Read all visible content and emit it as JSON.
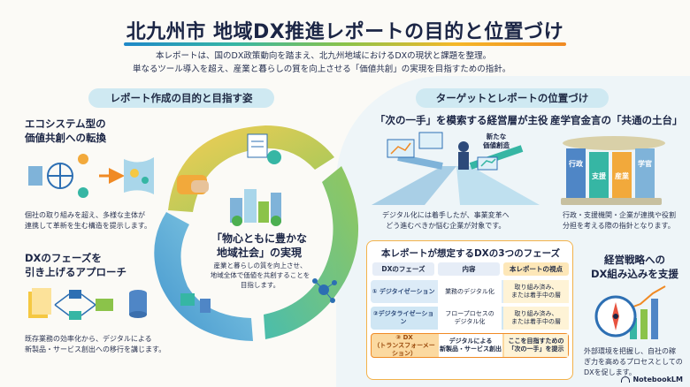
{
  "title": "北九州市 地域DX推進レポートの目的と位置づけ",
  "intro": [
    "本レポートは、国のDX政策動向を踏まえ、北九州地域におけるDXの現状と課題を整理。",
    "単なるツール導入を超え、産業と暮らしの質を向上させる「価値共創」の実現を目指すための指針。"
  ],
  "left_section": {
    "label": "レポート作成の目的と目指す姿",
    "ecosystem": {
      "title": "エコシステム型の\n価値共創への転換",
      "desc": "個社の取り組みを超え、多様な主体が\n連携して革新を生む構造を提示します。"
    },
    "approach": {
      "title": "DXのフェーズを\n引き上げるアプローチ",
      "desc": "既存業務の効率化から、デジタルによる\n新製品・サービス創出への移行を講じます。"
    },
    "center": {
      "title": "「物心ともに豊かな\n地域社会」の実現",
      "desc": "産業と暮らしの質を向上させ、\n地域全体で価値を共創することを\n目指します。"
    }
  },
  "right_section": {
    "label": "ターゲットとレポートの位置づけ",
    "target": {
      "title": "「次の一手」を模索する経営層が主役",
      "bubble": "新たな\n価値創造",
      "desc": "デジタル化には着手したが、事業変革へ\nどう進むべきか悩む企業が対象です。"
    },
    "foundation": {
      "title": "産学官金言の「共通の土台」",
      "pillars": [
        "行政",
        "支援",
        "産業",
        "学官"
      ],
      "desc": "行政・支援機関・企業が連携や役割\n分担を考える際の指針となります。"
    },
    "strategy": {
      "title": "経営戦略への\nDX組み込みを支援",
      "desc": "外部環境を把握し、自社の稼\nぎ力を高めるプロセスとしての\nDXを促します。"
    }
  },
  "phases": {
    "title": "本レポートが想定するDXの3つのフェーズ",
    "headers": [
      "DXのフェーズ",
      "内容",
      "本レポートの視点"
    ],
    "rows": [
      {
        "phase": "① デジタイゼーション",
        "content": "業務のデジタル化",
        "view": "取り組み済み、\nまたは着手中の層"
      },
      {
        "phase": "②デジタライゼーション",
        "content": "フロープロセスの\nデジタル化",
        "view": "取り組み済み、\nまたは着手中の層"
      },
      {
        "phase": "③ DX\n（トランスフォーメーション）",
        "content": "デジタルによる\n新製品・サービス創出",
        "view": "ここを目指すための\n「次の一手」を提示"
      }
    ]
  },
  "brand": "NotebookLM",
  "colors": {
    "navy": "#1b2545",
    "panel_blue": "#cfe9f2",
    "orange": "#f3b24a",
    "teal": "#36b6a4",
    "green": "#8bc34a",
    "yellow": "#f5c842"
  }
}
